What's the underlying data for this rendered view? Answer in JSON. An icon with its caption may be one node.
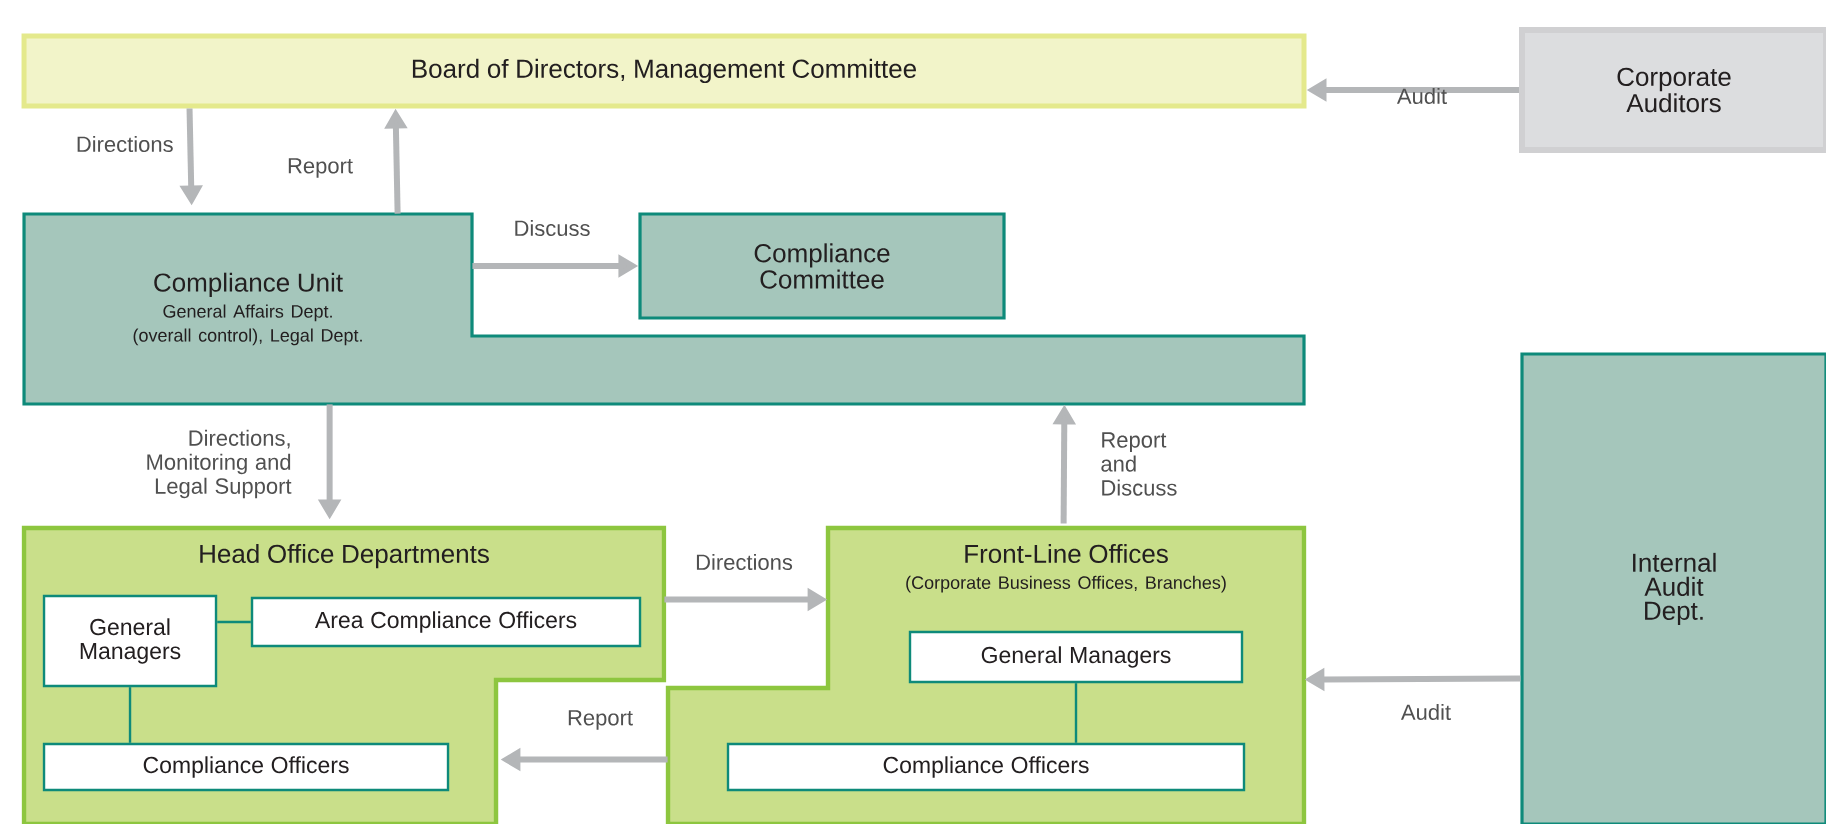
{
  "diagram": {
    "nodes": [
      {
        "text": [
          "Board of Directors, Management Committee"
        ]
      },
      {
        "text": [
          "Corporate Auditors"
        ]
      },
      {
        "text": [
          "Compliance Unit",
          "General Affairs Dept. (overall control), Legal Dept."
        ]
      },
      {
        "text": [
          "Compliance Committee"
        ]
      },
      {
        "text": [
          "Head Office Departments"
        ]
      },
      {
        "text": [
          "General Managers"
        ],
        "in": 4
      },
      {
        "text": [
          "Area Compliance Officers"
        ],
        "in": 4
      },
      {
        "text": [
          "Compliance Officers"
        ],
        "in": 4
      },
      {
        "text": [
          "Front-Line Offices",
          "(Corporate Business Offices, Branches)"
        ]
      },
      {
        "text": [
          "General Managers"
        ],
        "in": 8
      },
      {
        "text": [
          "Compliance Officers"
        ],
        "in": 8
      },
      {
        "text": [
          "Internal Audit Dept."
        ]
      }
    ],
    "edges": [
      {
        "from": 0,
        "to": 2,
        "arrow": "to",
        "label": "Directions"
      },
      {
        "from": 2,
        "to": 0,
        "arrow": "to",
        "label": "Report"
      },
      {
        "from": 2,
        "to": 3,
        "arrow": "to",
        "label": "Discuss"
      },
      {
        "from": 1,
        "to": 0,
        "arrow": "to",
        "label": "Audit"
      },
      {
        "from": 2,
        "to": 4,
        "arrow": "to",
        "label": "Directions, Monitoring and Legal Support"
      },
      {
        "from": 4,
        "to": 8,
        "arrow": "to",
        "label": "Directions"
      },
      {
        "from": 8,
        "to": 4,
        "arrow": "to",
        "label": "Report"
      },
      {
        "from": 8,
        "to": 2,
        "arrow": "to",
        "label": "Report and Discuss"
      },
      {
        "from": 11,
        "to": 8,
        "arrow": "to",
        "label": "Audit"
      },
      {
        "from": 5,
        "to": 6,
        "arrow": "none",
        "color": "#0e8a7a"
      },
      {
        "from": 5,
        "to": 7,
        "arrow": "none",
        "color": "#0e8a7a"
      },
      {
        "from": 9,
        "to": 10,
        "arrow": "none",
        "color": "#0e8a7a"
      }
    ]
  }
}
